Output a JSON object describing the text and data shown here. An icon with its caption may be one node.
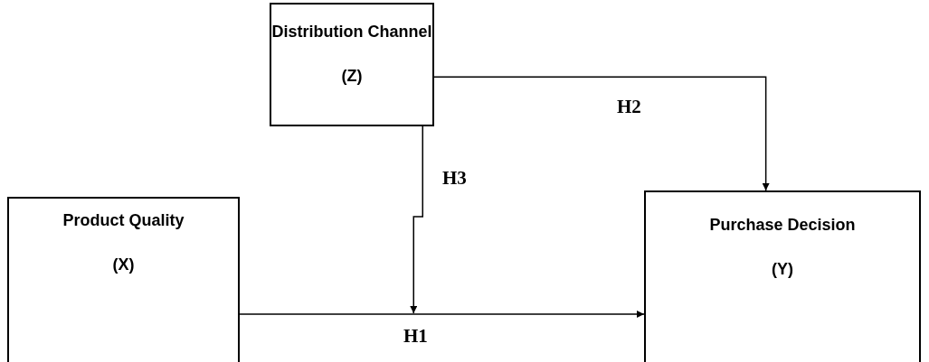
{
  "diagram": {
    "nodes": [
      {
        "text": [
          "Distribution Channel",
          "(Z)"
        ]
      },
      {
        "text": [
          "Product Quality",
          "(X)"
        ]
      },
      {
        "text": [
          "Purchase Decision",
          "(Y)"
        ]
      }
    ],
    "edges": [
      {
        "from": 0,
        "to": 2,
        "arrow": "to",
        "label": "H2"
      },
      {
        "from": 0,
        "to": null,
        "arrow": "to",
        "label": "H3"
      },
      {
        "from": 1,
        "to": 2,
        "arrow": "to",
        "label": "H1"
      }
    ]
  }
}
